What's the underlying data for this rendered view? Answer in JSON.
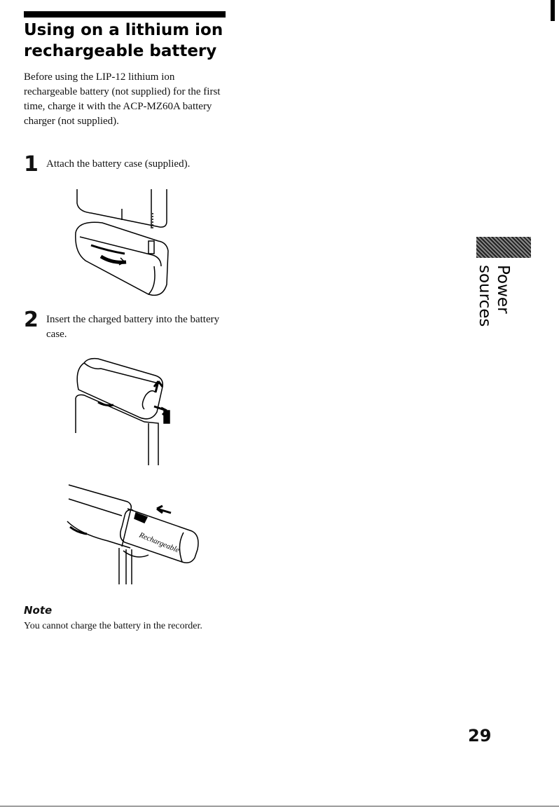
{
  "heading": {
    "title": "Using on a lithium ion rechargeable battery"
  },
  "intro": "Before using the LIP-12 lithium ion rechargeable battery (not supplied) for the first time, charge it with the ACP-MZ60A battery charger (not supplied).",
  "steps": [
    {
      "number": "1",
      "text": "Attach the battery case (supplied)."
    },
    {
      "number": "2",
      "text": "Insert the charged battery into the battery case."
    }
  ],
  "illustration_labels": {
    "battery_label": "Rechargeable"
  },
  "note": {
    "heading": "Note",
    "text": "You cannot charge the battery in the recorder."
  },
  "side_tab": {
    "section": "Power sources"
  },
  "footer": {
    "page_number": "29"
  }
}
